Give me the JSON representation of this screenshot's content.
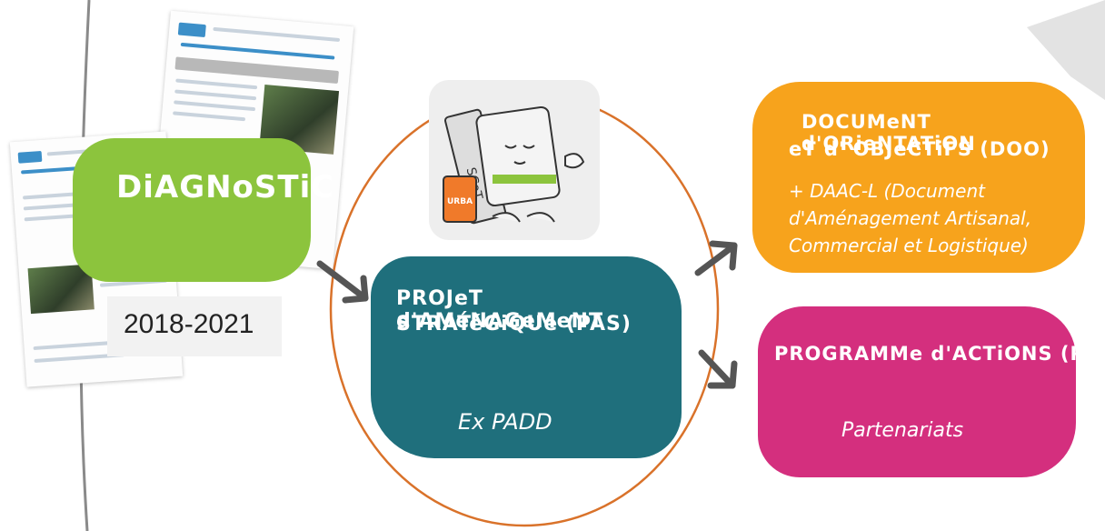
{
  "diagnostic": {
    "title": "DiAGNoSTiC",
    "years": "2018-2021"
  },
  "pas": {
    "title_line1": "PROJeT d'AMéNAGeMeNT",
    "title_line2": "STRATéGiQUe (PAS)",
    "subtitle": "Ex PADD"
  },
  "doo": {
    "title_line1": "DOCUMeNT d'ORieNTATiON",
    "title_line2": "eT d' OBJeCTiFS (DOO)",
    "subtitle_line1": "+ DAAC-L (Document",
    "subtitle_line2": "d'Aménagement Artisanal,",
    "subtitle_line3": "Commercial et Logistique)"
  },
  "pa": {
    "title": "PROGRAMMe d'ACTiONS (PA)",
    "subtitle": "Partenariats"
  },
  "illustration": {
    "book_label": "SCoT",
    "bag_label": "URBA"
  },
  "colors": {
    "diagnostic": "#8cc43d",
    "pas": "#1f6f7c",
    "doo": "#f7a31c",
    "pa": "#d42f7e",
    "circle": "#d9722a",
    "arrow": "#555555"
  }
}
